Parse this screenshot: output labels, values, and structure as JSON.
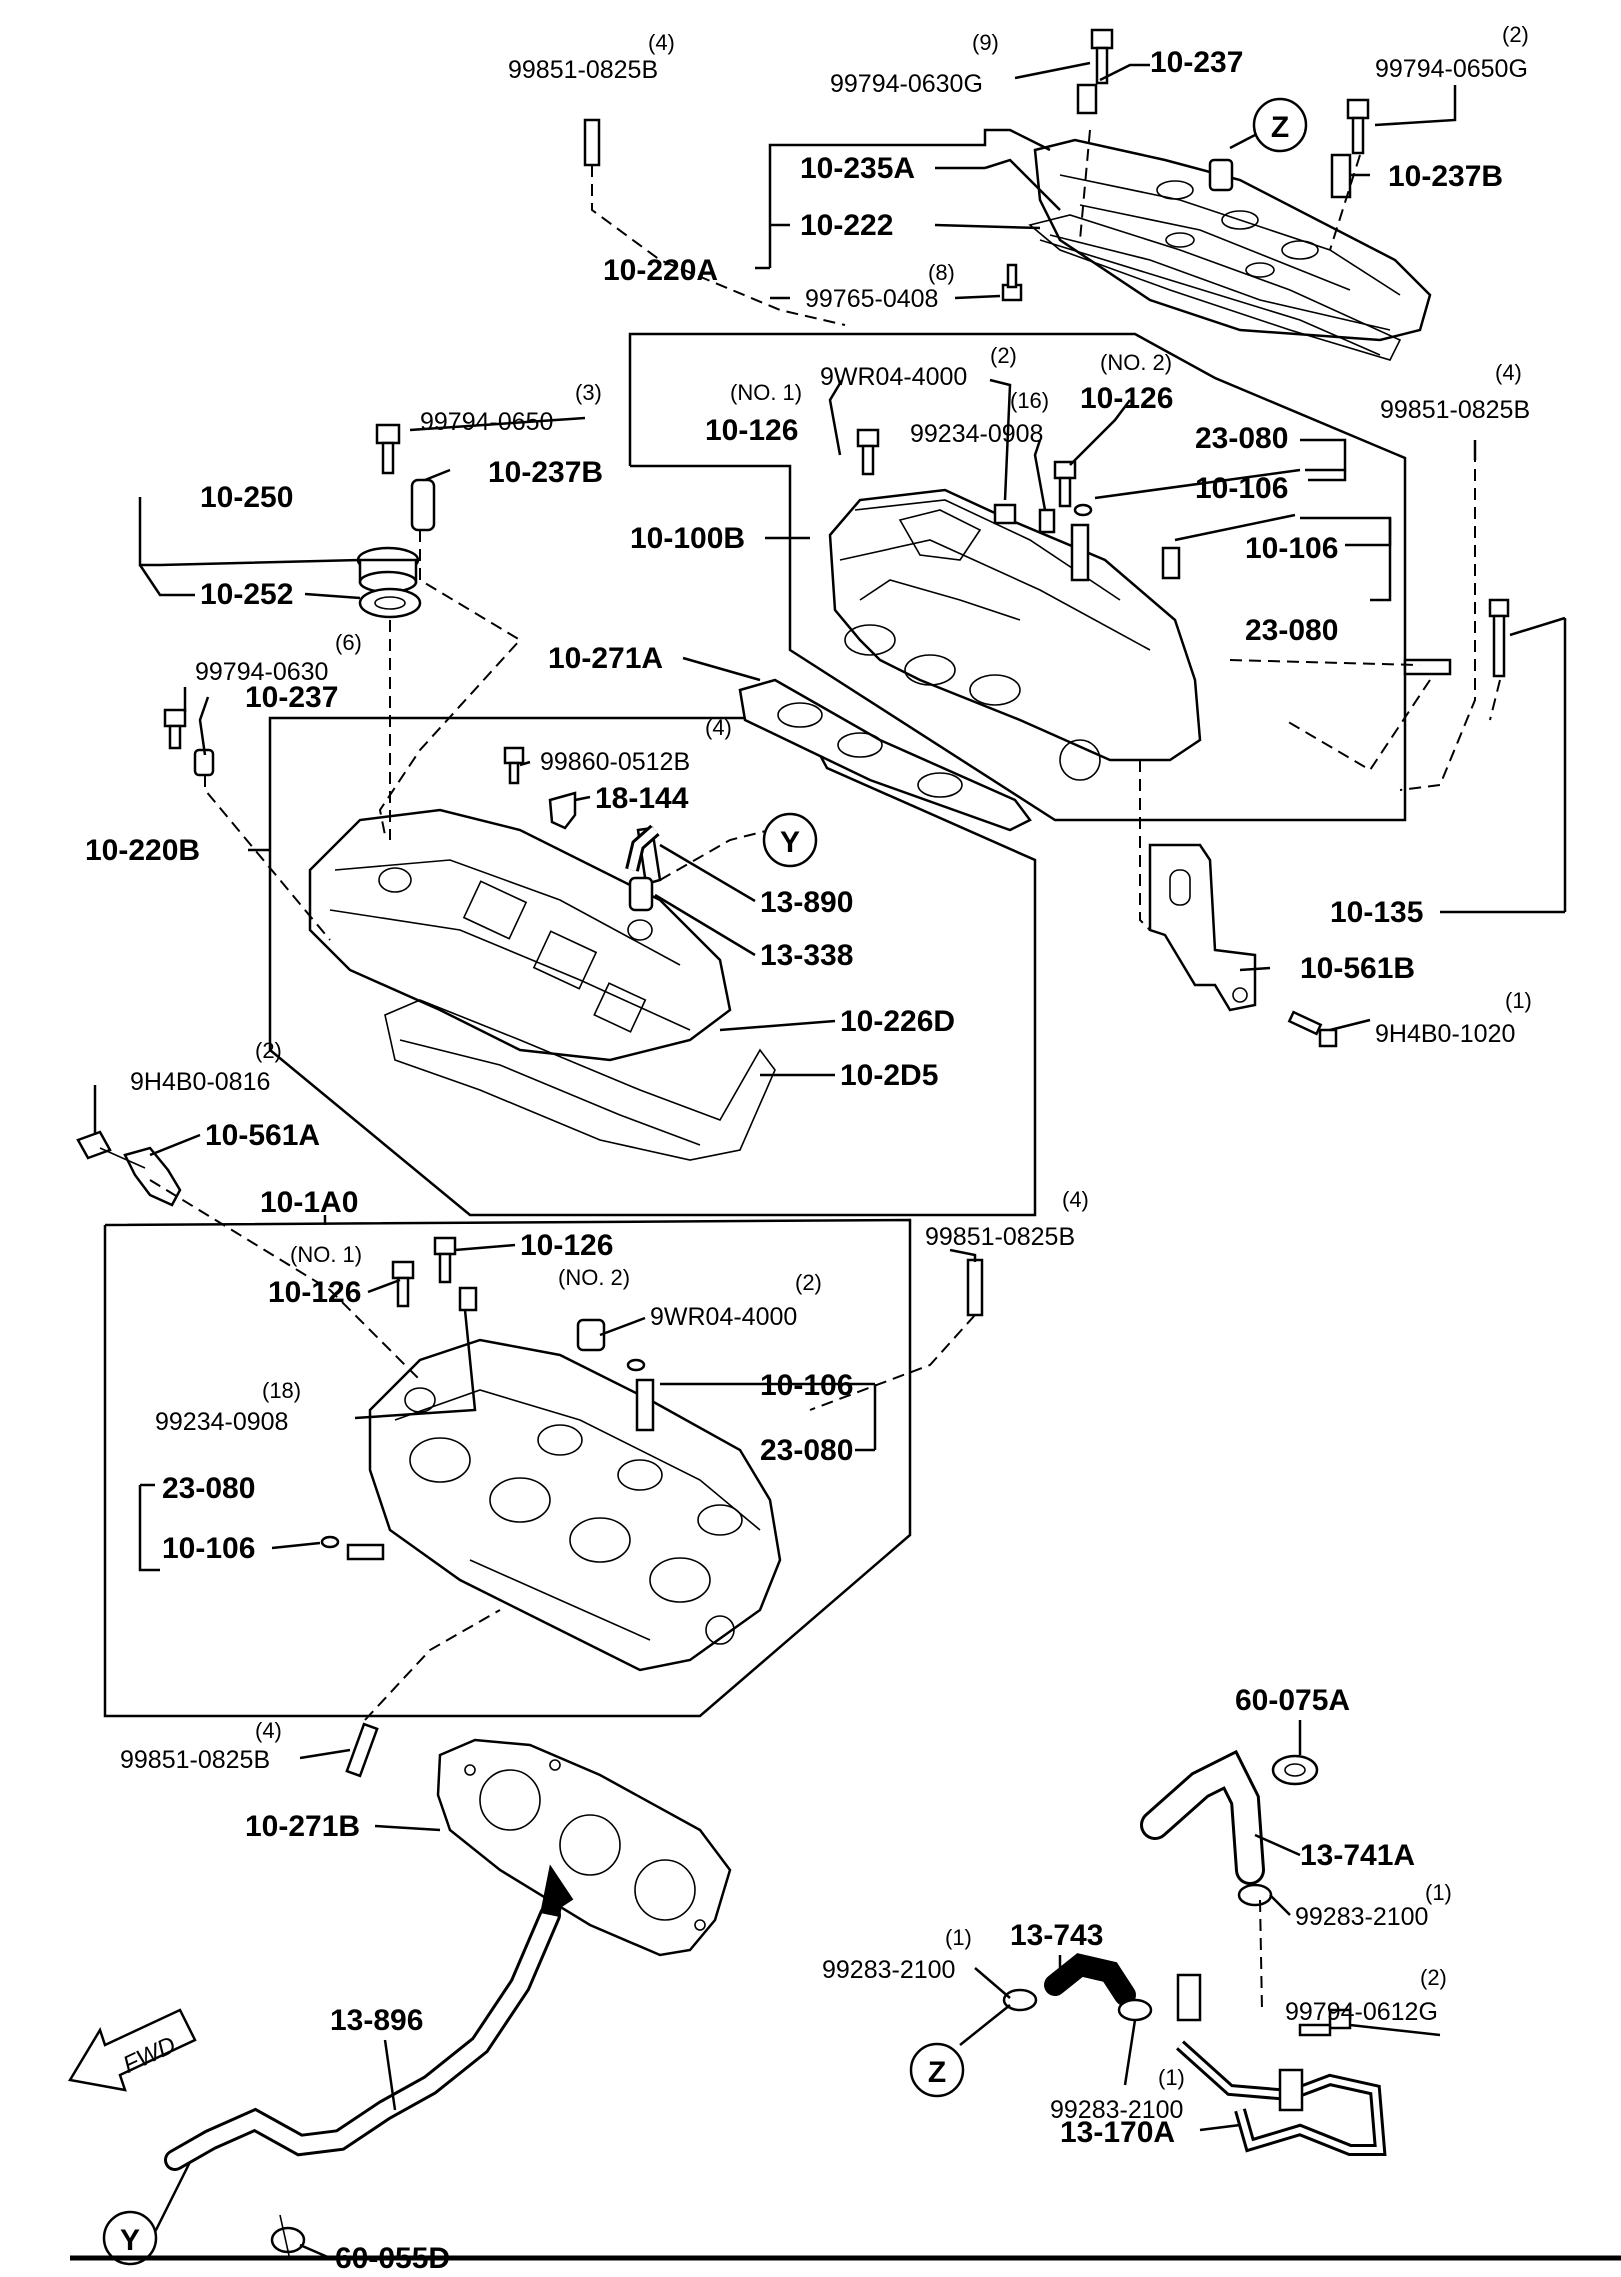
{
  "labels": {
    "stud_top": "99851-0825B",
    "stud_top_qty": "(4)",
    "bolt_9": "99794-0630G",
    "bolt_9_qty": "(9)",
    "p_10_237_top": "10-237",
    "bolt_2g": "99794-0650G",
    "bolt_2g_qty": "(2)",
    "p_10_235A": "10-235A",
    "p_10_237B_top": "10-237B",
    "p_10_222": "10-222",
    "p_10_220A": "10-220A",
    "bolt_8": "99765-0408",
    "bolt_8_qty": "(8)",
    "cap_9wr_top": "9WR04-4000",
    "cap_9wr_top_qty": "(2)",
    "no2_top": "(NO. 2)",
    "p_10_126_no2_top": "10-126",
    "no1_top": "(NO. 1)",
    "p_10_126_no1_top": "10-126",
    "pin_16": "99234-0908",
    "pin_16_qty": "(16)",
    "p_23_080_a": "23-080",
    "p_10_106_a": "10-106",
    "p_10_106_b": "10-106",
    "p_23_080_b": "23-080",
    "stud_right": "99851-0825B",
    "stud_right_qty": "(4)",
    "bolt_3": "99794-0650",
    "bolt_3_qty": "(3)",
    "p_10_237B_left": "10-237B",
    "p_10_250": "10-250",
    "p_10_252": "10-252",
    "p_10_100B": "10-100B",
    "p_10_271A": "10-271A",
    "bolt_6": "99794-0630",
    "bolt_6_qty": "(6)",
    "p_10_237_left": "10-237",
    "bolt_4b": "99860-0512B",
    "bolt_4b_qty": "(4)",
    "p_18_144": "18-144",
    "p_10_220B": "10-220B",
    "p_13_890": "13-890",
    "p_10_135": "10-135",
    "p_13_338": "13-338",
    "p_10_561B": "10-561B",
    "bolt_1020": "9H4B0-1020",
    "bolt_1020_qty": "(1)",
    "p_10_226D": "10-226D",
    "p_10_2D5": "10-2D5",
    "bolt_0816": "9H4B0-0816",
    "bolt_0816_qty": "(2)",
    "p_10_561A": "10-561A",
    "p_10_1A0": "10-1A0",
    "stud_mid": "99851-0825B",
    "stud_mid_qty": "(4)",
    "no1_low": "(NO. 1)",
    "p_10_126_low_a": "10-126",
    "p_10_126_low_b": "10-126",
    "no2_low": "(NO. 2)",
    "cap_9wr_low": "9WR04-4000",
    "cap_9wr_low_qty": "(2)",
    "pin_18": "99234-0908",
    "pin_18_qty": "(18)",
    "p_10_106_c": "10-106",
    "p_23_080_c": "23-080",
    "p_23_080_d": "23-080",
    "p_10_106_d": "10-106",
    "stud_low": "99851-0825B",
    "stud_low_qty": "(4)",
    "p_60_075A": "60-075A",
    "p_10_271B": "10-271B",
    "p_13_741A": "13-741A",
    "clamp_a": "99283-2100",
    "clamp_a_qty": "(1)",
    "p_13_743": "13-743",
    "clamp_b": "99283-2100",
    "clamp_b_qty": "(1)",
    "p_13_896": "13-896",
    "bolt_612": "99794-0612G",
    "bolt_612_qty": "(2)",
    "clamp_c": "99283-2100",
    "clamp_c_qty": "(1)",
    "p_13_170A": "13-170A",
    "p_60_055D": "60-055D",
    "marker_z": "Z",
    "marker_y": "Y",
    "fwd": "FWD"
  }
}
